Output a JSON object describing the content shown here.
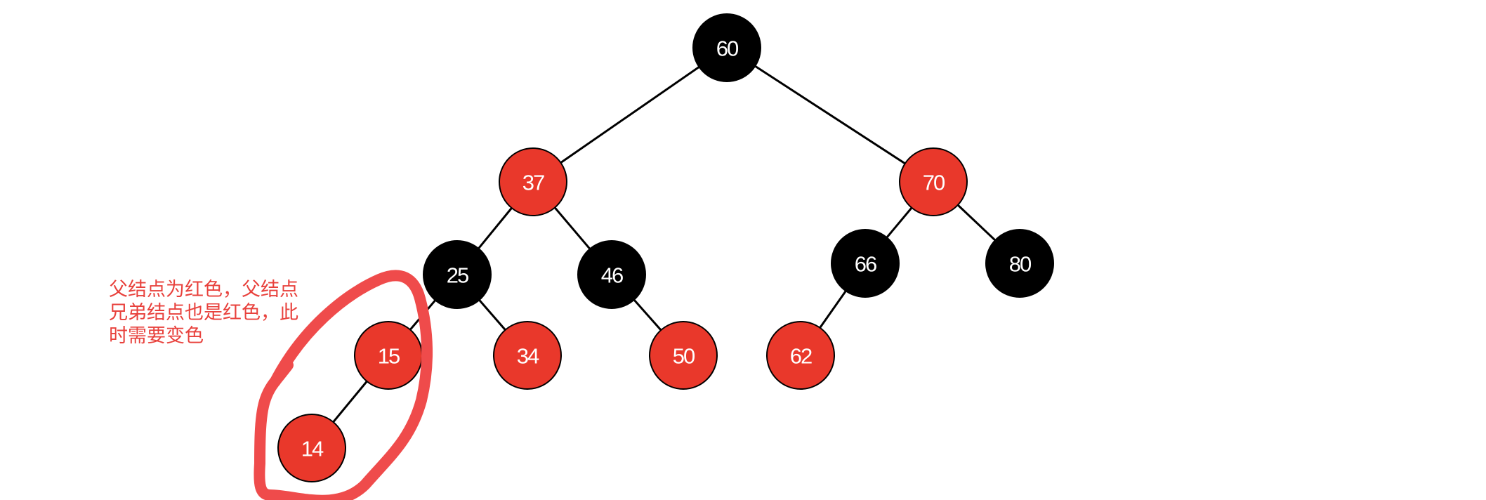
{
  "colors": {
    "red_node": "#e9382b",
    "black_node": "#000000",
    "node_text": "#ffffff",
    "edge": "#000000",
    "annotation_text": "#e8413c",
    "highlight": "#ef4b4b"
  },
  "tree": {
    "nodes": [
      {
        "id": "n60",
        "label": "60",
        "color": "black"
      },
      {
        "id": "n37",
        "label": "37",
        "color": "red"
      },
      {
        "id": "n70",
        "label": "70",
        "color": "red"
      },
      {
        "id": "n25",
        "label": "25",
        "color": "black"
      },
      {
        "id": "n46",
        "label": "46",
        "color": "black"
      },
      {
        "id": "n66",
        "label": "66",
        "color": "black"
      },
      {
        "id": "n80",
        "label": "80",
        "color": "black"
      },
      {
        "id": "n15",
        "label": "15",
        "color": "red"
      },
      {
        "id": "n34",
        "label": "34",
        "color": "red"
      },
      {
        "id": "n50",
        "label": "50",
        "color": "red"
      },
      {
        "id": "n62",
        "label": "62",
        "color": "red"
      },
      {
        "id": "n14",
        "label": "14",
        "color": "red"
      }
    ],
    "edges": [
      [
        "n60",
        "n37"
      ],
      [
        "n60",
        "n70"
      ],
      [
        "n37",
        "n25"
      ],
      [
        "n37",
        "n46"
      ],
      [
        "n70",
        "n66"
      ],
      [
        "n70",
        "n80"
      ],
      [
        "n25",
        "n15"
      ],
      [
        "n25",
        "n34"
      ],
      [
        "n46",
        "n50"
      ],
      [
        "n66",
        "n62"
      ],
      [
        "n15",
        "n14"
      ]
    ]
  },
  "annotation": {
    "lines": [
      "父结点为红色，父结点",
      "兄弟结点也是红色，此",
      "时需要变色"
    ]
  }
}
